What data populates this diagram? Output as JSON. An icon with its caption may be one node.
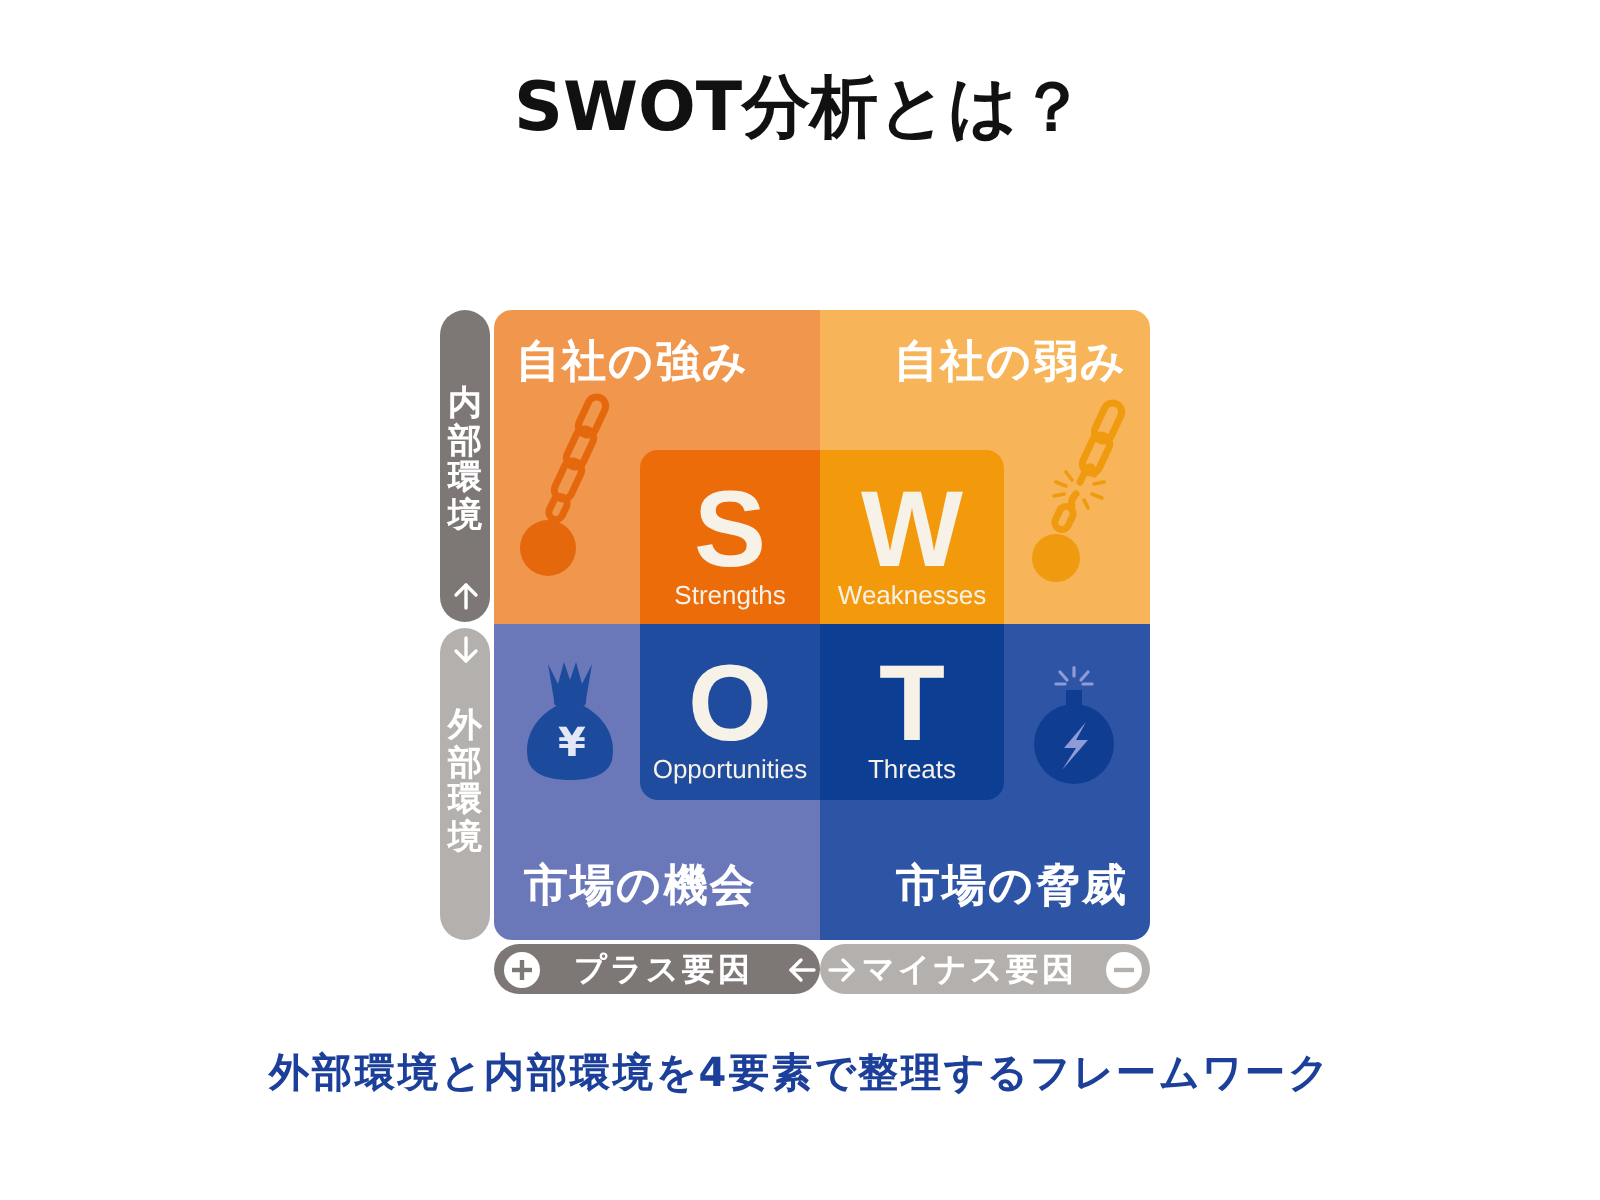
{
  "diagram": {
    "title": "SWOT分析とは？",
    "caption": "外部環境と内部環境を4要素で整理するフレームワーク",
    "nodes": [
      {
        "text": [
          "自社の強み"
        ]
      },
      {
        "text": [
          "自社の弱み"
        ]
      },
      {
        "text": [
          "市場の機会"
        ]
      },
      {
        "text": [
          "市場の脅威"
        ]
      },
      {
        "text": [
          "S",
          "Strengths"
        ],
        "in": 0
      },
      {
        "text": [
          "W",
          "Weaknesses"
        ],
        "in": 1
      },
      {
        "text": [
          "O",
          "Opportunities"
        ],
        "in": 2
      },
      {
        "text": [
          "T",
          "Threats"
        ],
        "in": 3
      },
      {
        "text": [
          "内部環境"
        ]
      },
      {
        "text": [
          "外部環境"
        ]
      },
      {
        "text": [
          "プラス要因"
        ]
      },
      {
        "text": [
          "マイナス要因"
        ]
      }
    ],
    "labels": [
      "¥"
    ]
  }
}
